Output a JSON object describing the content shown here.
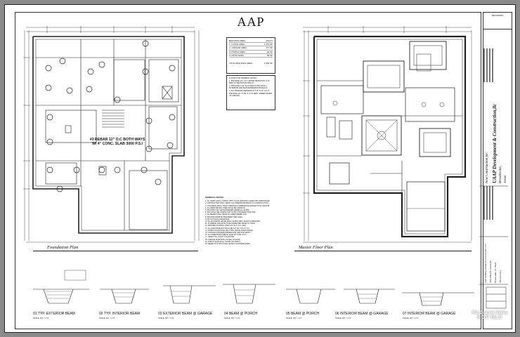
{
  "logo": {
    "text": "AAP"
  },
  "plans": {
    "foundation_label": "Foundation Plan",
    "floor_label": "Master Floor Plan",
    "rebar_note_line1": "#3 REBAR 12\" O.C BOTH WAYS",
    "rebar_note_line2": "W/ 4\" CONC. SLAB 3000 P.S.I"
  },
  "area_table": {
    "rows": [
      {
        "label": "BUILDING AREA",
        "value": "404 FT"
      },
      {
        "label": "1. LIVING AREA",
        "value": "1,376 SF"
      },
      {
        "label": "2. GARAGE AREA",
        "value": "471 SF"
      },
      {
        "label": "3. PORCH AREA",
        "value": "24 SF"
      },
      {
        "label": "4. PATIO AREA",
        "value": "80 SF"
      }
    ],
    "total_label": "TOTAL BUILDING AREA",
    "total_value": "1,951 SF"
  },
  "floor_notes": {
    "title": "FLOOR PLAN GENERAL NOTES",
    "items": [
      "1. PROVIDE 1/2\" / 1/4\" WATER RESISTANT GYP. BRD. AT RESTROOM WALLS",
      "2. PROVIDE 5 1/2\" R-13 INSULATION AT ALL EXTERIOR AND MASTER BEDROOM WALLS",
      "3. ALL WINDOW HEADERS AT 6'-8\" A.F.F. U.N.O. PROVIDE 1/2\" TYPE 'X' GYP. BRD. UNDER STAIRS AT GARAGE"
    ]
  },
  "general_notes": {
    "title": "GENERAL NOTES",
    "items": [
      "1. ALL WORK SHALL COMPLY WITH LOCAL BUILDING CODES AND ORDINANCES.",
      "2. CONTRACTOR SHALL VERIFY ALL DIMENSIONS PRIOR TO CONSTRUCTION.",
      "3. CONCRETE SHALL HAVE A MINIMUM COMPRESSIVE STRENGTH OF 3000 PSI.",
      "4. ALL REINFORCING STEEL SHALL BE GRADE 60.",
      "5. PROVIDE 6 MIL VAPOR BARRIER UNDER ALL SLABS.",
      "6. SOIL SHALL BE COMPACTED TO 95% STANDARD PROCTOR.",
      "7. ALL BEAMS SHALL BEAR ON UNDISTURBED SOIL.",
      "8. PROVIDE TERMITE TREATMENT PER CODE.",
      "9. DO NOT SCALE DRAWINGS.",
      "10. ALL EXTERIOR GRADE SHALL SLOPE AWAY FROM FOUNDATION.",
      "11. PLUMBING ROUGH-IN TO BE INSPECTED PRIOR TO POUR.",
      "12. PROVIDE CONTROL JOINTS AT 15'-0\" O.C. MAX.",
      "13. ALL ANCHOR BOLTS SHALL BE 1/2\" DIA. AT 6'-0\" O.C.",
      "14. FINISH FLOOR SHALL BE 8\" MIN. ABOVE FINISH GRADE.",
      "15. CONTRACTOR RESPONSIBLE FOR JOB SITE SAFETY.",
      "16. ALL DIMENSIONS ARE TO FACE OF STUD U.N.O.",
      "17. VERIFY ALL UTILITY LOCATIONS.",
      "18. GARAGE SLAB SHALL SLOPE TO DOOR.",
      "19. PORCH SLAB SHALL SLOPE 1/8\" PER FT.",
      "20. REFER TO STRUCTURAL DETAILS FOR BEAM SIZES."
    ]
  },
  "details": [
    {
      "label": "01 TYP. EXTERIOR BEAM",
      "scale": "SCALE: 3/4\" = 1'-0\""
    },
    {
      "label": "02 TYP. INTERIOR BEAM",
      "scale": "SCALE: 3/4\" = 1'-0\""
    },
    {
      "label": "03 EXTERIOR BEAM @ GARAGE",
      "scale": "SCALE: 3/4\" = 1'-0\""
    },
    {
      "label": "04 BEAM @ PORCH",
      "scale": "SCALE: 3/4\" = 1'-0\""
    },
    {
      "label": "05 BEAM @ PORCH",
      "scale": "SCALE: 3/4\" = 1'-0\""
    },
    {
      "label": "06 INTERIOR BEAM @ GARAGE",
      "scale": "SCALE: 3/4\" = 1'-0\""
    },
    {
      "label": "07 INTERIOR BEAM @ GARAGE",
      "scale": "SCALE: 3/4\" = 1'-0\""
    }
  ],
  "title_block": {
    "revisions": "REVISIONS",
    "project_line1": "New Construction for:",
    "project_line2": "UAAP Development & Construction,llc",
    "project_line3": "Brownsville,",
    "project_line4": "Texas",
    "designer_line1": "AAP Drafting, Design & Construction, LLC",
    "designer_line2": "2962 Old Port Isabel Rd",
    "designer_line3": "Brownsville, TX 78526",
    "designer_line4": "956-244-3414"
  },
  "watermark": {
    "line1": "Rio Grande Valley",
    "line2": "RGV MLS"
  }
}
